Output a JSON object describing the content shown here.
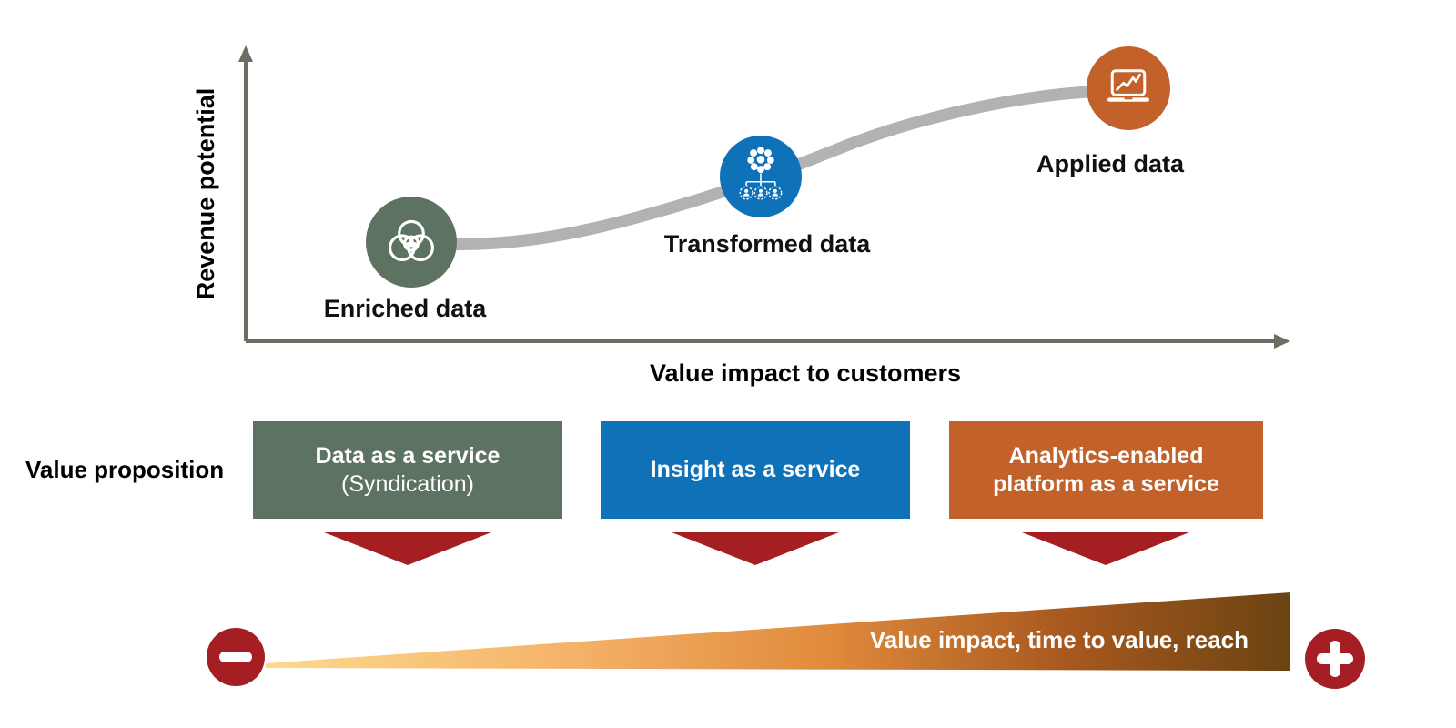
{
  "chart": {
    "y_axis_label": "Revenue potential",
    "x_axis_label": "Value impact to customers",
    "curve_color": "#b2b2b2",
    "axis_color": "#6e6d61",
    "stages": [
      {
        "label": "Enriched data",
        "color": "#5e7261",
        "icon": "venn-circles-icon"
      },
      {
        "label": "Transformed data",
        "color": "#0f72b9",
        "icon": "data-cluster-people-icon"
      },
      {
        "label": "Applied data",
        "color": "#c2622a",
        "icon": "laptop-chart-icon"
      }
    ]
  },
  "value_proposition": {
    "label": "Value proposition",
    "boxes": [
      {
        "line1": "Data as a service",
        "line2": "(Syndication)",
        "color": "#5e7261"
      },
      {
        "line1": "Insight as a service",
        "line2": "",
        "color": "#0f72b9"
      },
      {
        "line1": "Analytics-enabled",
        "line2": "platform as a service",
        "color": "#c2622a"
      }
    ],
    "arrow_color": "#a51e22"
  },
  "gradient_bar": {
    "label": "Value impact, time to value, reach",
    "gradient_start": "#fcd98e",
    "gradient_end": "#6b4312",
    "badge_color": "#a41e23"
  }
}
